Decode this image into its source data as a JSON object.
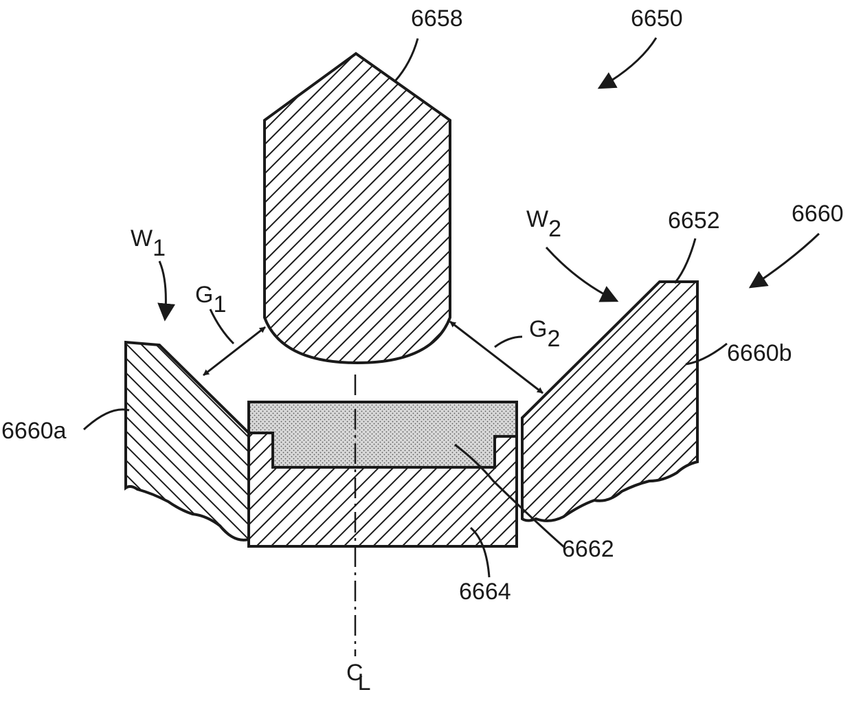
{
  "figure": {
    "labels": {
      "upper_tool": "6658",
      "assembly": "6650",
      "lower_die": "6660",
      "die_edge": "6652",
      "left_wall": "6660a",
      "right_wall": "6660b",
      "insert": "6662",
      "base": "6664"
    },
    "gaps": {
      "left": {
        "letter": "G",
        "sub": "1"
      },
      "right": {
        "letter": "G",
        "sub": "2"
      }
    },
    "walls": {
      "left": {
        "letter": "W",
        "sub": "1"
      },
      "right": {
        "letter": "W",
        "sub": "2"
      }
    },
    "centerline": {
      "letter": "C",
      "sub": "L"
    }
  }
}
